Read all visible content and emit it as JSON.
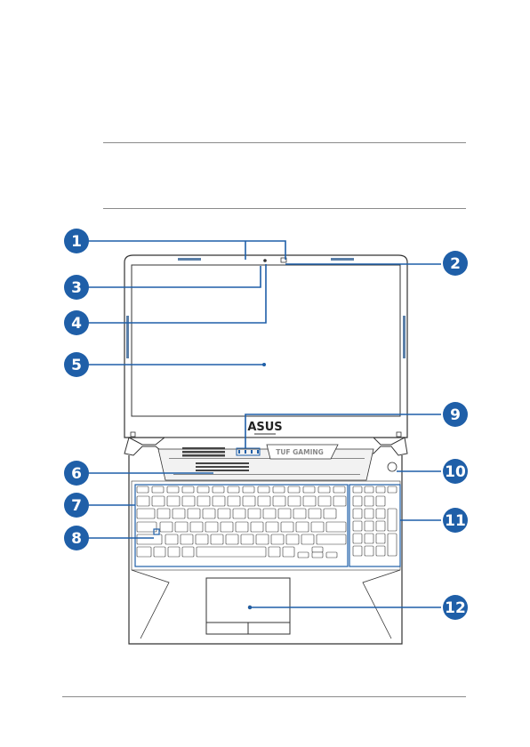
{
  "brand_logo": "ASUS",
  "lid_label": "TUF GAMING",
  "callouts": [
    "1",
    "2",
    "3",
    "4",
    "5",
    "6",
    "7",
    "8",
    "9",
    "10",
    "11",
    "12"
  ],
  "colors": {
    "callout": "#1f5fa8",
    "outline": "#333333",
    "rule": "#8a8a8a"
  }
}
